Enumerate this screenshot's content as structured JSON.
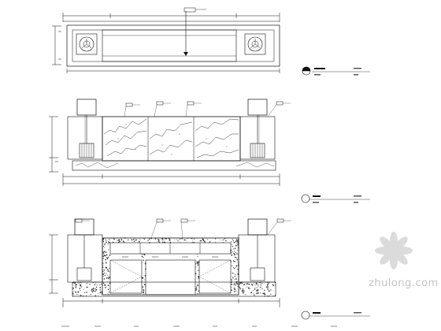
{
  "watermark": {
    "text": "zhulong.com",
    "color": "#c4c4c4"
  },
  "sheet": {
    "line_color": "#111111",
    "marble_vein_color": "#222222",
    "terrazzo_color": "#333333"
  },
  "views": [
    {
      "id": "plan",
      "title_glyph": "symbol-plan"
    },
    {
      "id": "front-elevation",
      "title_glyph": "symbol-elevation"
    },
    {
      "id": "back-elevation",
      "title_glyph": "symbol-elevation"
    }
  ]
}
